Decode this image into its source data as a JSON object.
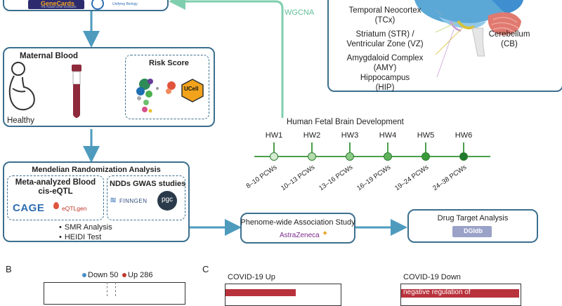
{
  "top_left": {
    "logo_genecards": "GeneCards",
    "logo_genecards_sub": "THE HUMAN GENE DATABASE",
    "logo_gene_ontology_sub": "Unifying Biology"
  },
  "wgcna_label": "WGCNA",
  "brain_regions": {
    "tcx": "Temporal Neocortex\n(TCx)",
    "str": "Striatum (STR) /\nVentricular Zone (VZ)",
    "amy": "Amygdaloid Complex\n(AMY)",
    "hip": "Hippocampus\n(HIP)",
    "cb": "Cerebellum\n(CB)"
  },
  "blood_panel": {
    "title": "Maternal Blood",
    "healthy": "Healthy",
    "risk_score": "Risk Score",
    "ucell": "UCell"
  },
  "fetal": {
    "title": "Human Fetal Brain Development",
    "stages": [
      "HW1",
      "HW2",
      "HW3",
      "HW4",
      "HW5",
      "HW6"
    ],
    "pcws": [
      "8–10 PCWs",
      "10–13 PCWs",
      "13–16 PCWs",
      "16–19 PCWs",
      "19–24 PCWs",
      "24–38 PCWs"
    ],
    "node_colors": [
      "#d6ecd2",
      "#b3dcad",
      "#8ccc86",
      "#5fb45b",
      "#3a9a3a",
      "#1f7a2a"
    ]
  },
  "mr_panel": {
    "title": "Mendelian Randomization Analysis",
    "left_title": "Meta-analyzed Blood\ncis-eQTL",
    "right_title": "NDDs GWAS studies",
    "logo_cage": "CAGE",
    "logo_eqtlgen": "eQTLgen",
    "logo_finngen": "FINNGEN",
    "logo_pgc": "pgc",
    "bullets": [
      "SMR Analysis",
      "HEIDI Test"
    ]
  },
  "phewas": {
    "title": "Phenome-wide Association Study",
    "logo": "AstraZeneca"
  },
  "drug": {
    "title": "Drug Target Analysis",
    "logo": "DGIdb"
  },
  "panel_b": {
    "letter": "B",
    "down_label": "Down 50",
    "up_label": "Up 286",
    "down_color": "#4a90c4",
    "up_color": "#c0392b"
  },
  "panel_c": {
    "letter": "C",
    "up_title": "COVID-19 Up",
    "down_title": "COVID-19 Down",
    "down_bar_text": "negative regulation of"
  },
  "colors": {
    "frame": "#3c6f8f",
    "arrow_blue": "#4e9bbd",
    "arrow_green": "#7fcfae",
    "arrow_red": "#d9534f",
    "timeline": "#4a9e4a"
  }
}
